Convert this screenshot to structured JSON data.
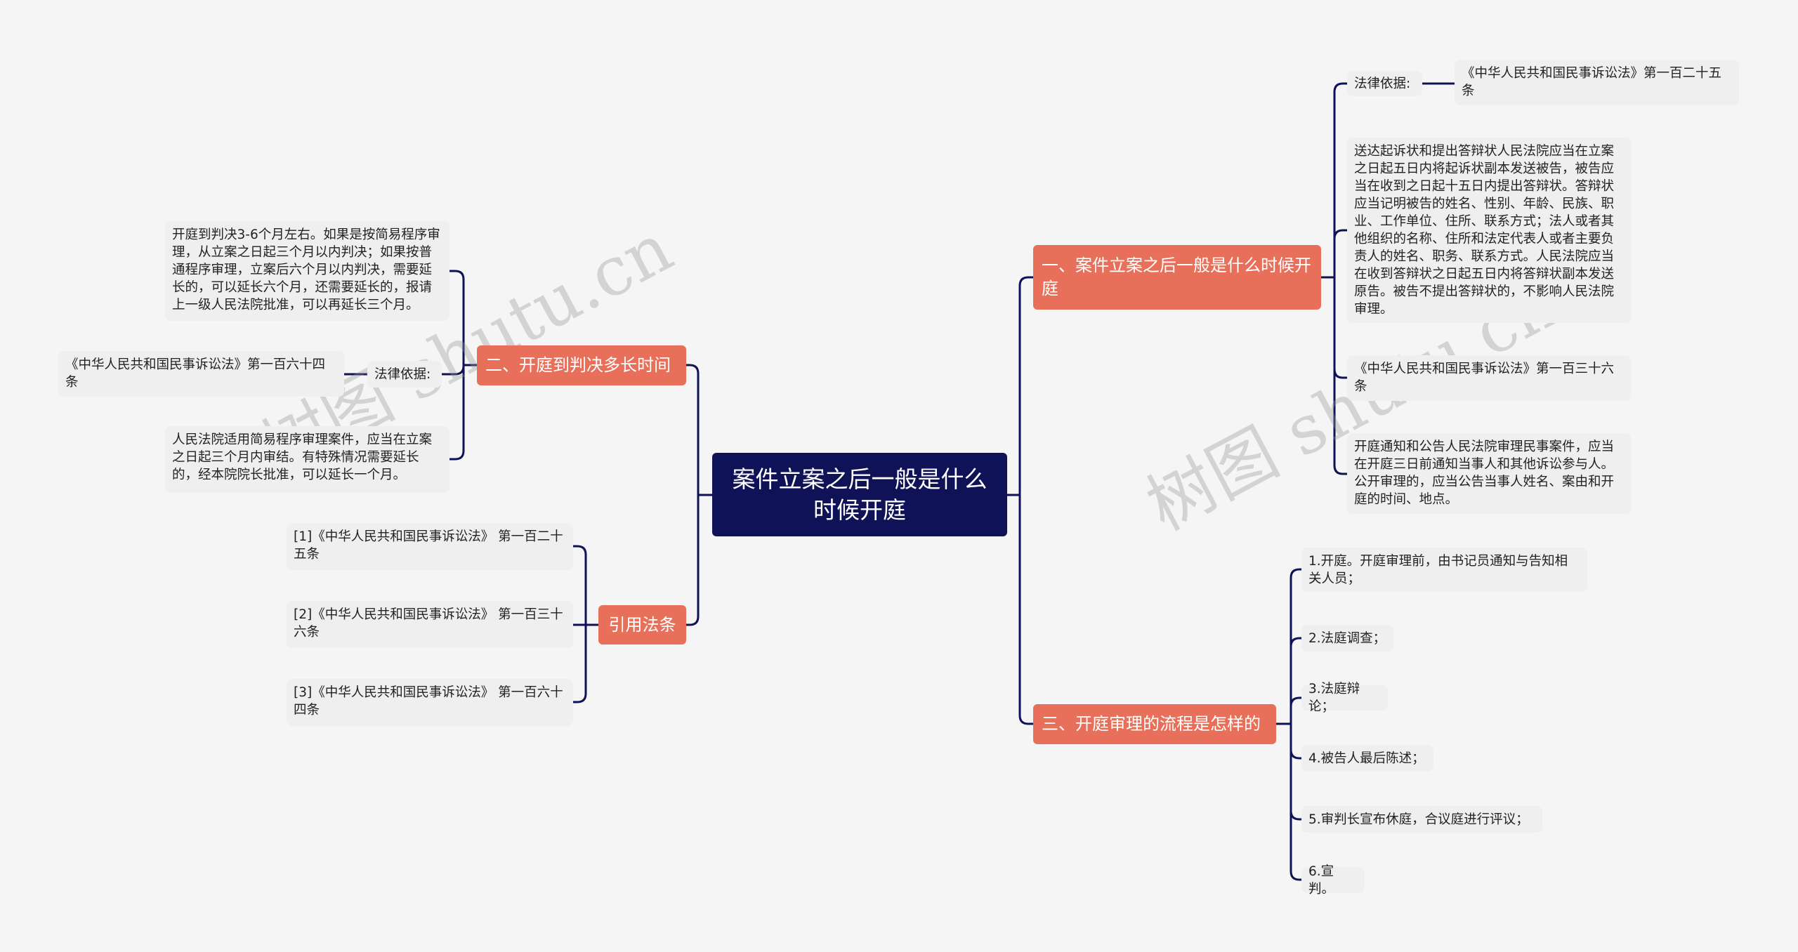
{
  "root": {
    "title": "案件立案之后一般是什么时候开庭"
  },
  "branch1": {
    "title": "一、案件立案之后一般是什么时候开庭",
    "basis_label": "法律依据:",
    "basis_text": "《中华人民共和国民事诉讼法》第一百二十五条",
    "item1": "送达起诉状和提出答辩状人民法院应当在立案之日起五日内将起诉状副本发送被告，被告应当在收到之日起十五日内提出答辩状。答辩状应当记明被告的姓名、性别、年龄、民族、职业、工作单位、住所、联系方式；法人或者其他组织的名称、住所和法定代表人或者主要负责人的姓名、职务、联系方式。人民法院应当在收到答辩状之日起五日内将答辩状副本发送原告。被告不提出答辩状的，不影响人民法院审理。",
    "item2": "《中华人民共和国民事诉讼法》第一百三十六条",
    "item3": "开庭通知和公告人民法院审理民事案件，应当在开庭三日前通知当事人和其他诉讼参与人。公开审理的，应当公告当事人姓名、案由和开庭的时间、地点。"
  },
  "branch2": {
    "title": "二、开庭到判决多长时间",
    "item1": "开庭到判决3-6个月左右。如果是按简易程序审理，从立案之日起三个月以内判决；如果按普通程序审理，立案后六个月以内判决，需要延长的，可以延长六个月，还需要延长的，报请上一级人民法院批准，可以再延长三个月。",
    "basis_label": "法律依据:",
    "basis_text": "《中华人民共和国民事诉讼法》第一百六十四条",
    "item3": "人民法院适用简易程序审理案件，应当在立案之日起三个月内审结。有特殊情况需要延长的，经本院院长批准，可以延长一个月。"
  },
  "branch3": {
    "title": "三、开庭审理的流程是怎样的",
    "steps": [
      "1.开庭。开庭审理前，由书记员通知与告知相关人员；",
      "2.法庭调查；",
      "3.法庭辩论；",
      "4.被告人最后陈述；",
      "5.审判长宣布休庭，合议庭进行评议；",
      "6.宣判。"
    ]
  },
  "branch4": {
    "title": "引用法条",
    "refs": [
      "[1]《中华人民共和国民事诉讼法》 第一百二十五条",
      "[2]《中华人民共和国民事诉讼法》 第一百三十六条",
      "[3]《中华人民共和国民事诉讼法》 第一百六十四条"
    ]
  },
  "watermark": "树图 shutu.cn",
  "colors": {
    "root": "#0f1257",
    "branch": "#e8705a",
    "line": "#0f1257",
    "leaf": "#efefef"
  }
}
